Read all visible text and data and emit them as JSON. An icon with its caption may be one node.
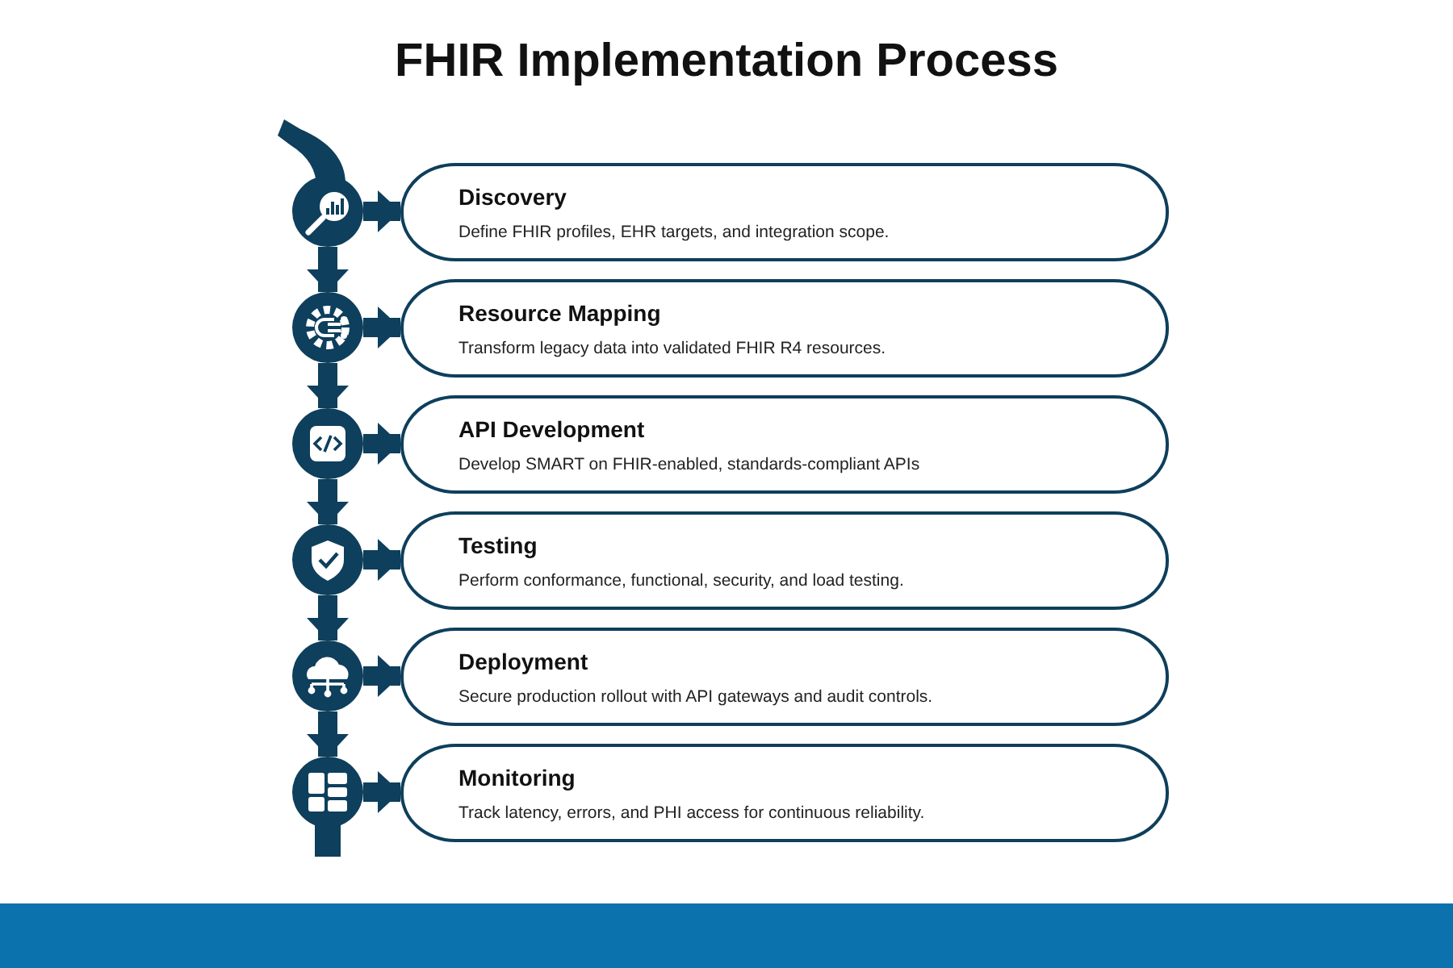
{
  "diagram": {
    "title": "FHIR Implementation Process",
    "nodes": [
      {
        "text": [],
        "shape": "circle"
      },
      {
        "text": [
          "Discovery",
          "Define FHIR profiles, EHR targets, and integration scope."
        ]
      },
      {
        "text": [],
        "shape": "circle"
      },
      {
        "text": [
          "Resource Mapping",
          "Transform legacy data into validated FHIR R4 resources."
        ]
      },
      {
        "text": [],
        "shape": "circle"
      },
      {
        "text": [
          "API Development",
          "Develop SMART on FHIR-enabled, standards-compliant APIs"
        ]
      },
      {
        "text": [],
        "shape": "circle"
      },
      {
        "text": [
          "Testing",
          "Perform conformance, functional, security, and load testing."
        ]
      },
      {
        "text": [],
        "shape": "circle"
      },
      {
        "text": [
          "Deployment",
          "Secure production rollout with API gateways and audit controls."
        ]
      },
      {
        "text": [],
        "shape": "circle"
      },
      {
        "text": [
          "Monitoring",
          "Track latency, errors, and PHI access for continuous reliability."
        ]
      }
    ],
    "edges": [
      {
        "from": 0,
        "to": 1,
        "arrow": "to"
      },
      {
        "from": 0,
        "to": 2,
        "arrow": "to"
      },
      {
        "from": 2,
        "to": 3,
        "arrow": "to"
      },
      {
        "from": 2,
        "to": 4,
        "arrow": "to"
      },
      {
        "from": 4,
        "to": 5,
        "arrow": "to"
      },
      {
        "from": 4,
        "to": 6,
        "arrow": "to"
      },
      {
        "from": 6,
        "to": 7,
        "arrow": "to"
      },
      {
        "from": 6,
        "to": 8,
        "arrow": "to"
      },
      {
        "from": 8,
        "to": 9,
        "arrow": "to"
      },
      {
        "from": 8,
        "to": 10,
        "arrow": "to"
      },
      {
        "from": 10,
        "to": 11,
        "arrow": "to"
      }
    ]
  }
}
